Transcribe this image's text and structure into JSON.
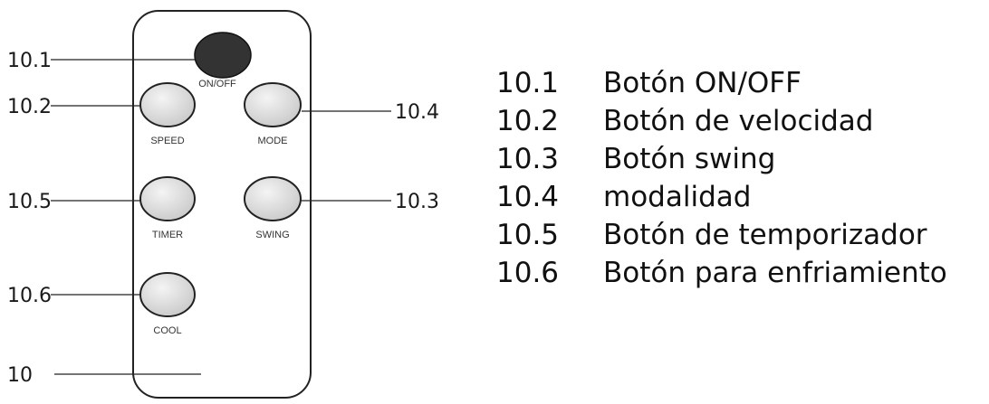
{
  "callouts": {
    "c101": "10.1",
    "c102": "10.2",
    "c104": "10.4",
    "c105": "10.5",
    "c103": "10.3",
    "c106": "10.6",
    "c10": "10"
  },
  "buttons": {
    "onoff": "ON/OFF",
    "speed": "SPEED",
    "mode": "MODE",
    "timer": "TIMER",
    "swing": "SWING",
    "cool": "COOL"
  },
  "legend": [
    {
      "num": "10.1",
      "text": "Botón ON/OFF"
    },
    {
      "num": "10.2",
      "text": "Botón de velocidad"
    },
    {
      "num": "10.3",
      "text": "Botón swing"
    },
    {
      "num": "10.4",
      "text": "modalidad"
    },
    {
      "num": "10.5",
      "text": "Botón de temporizador"
    },
    {
      "num": "10.6",
      "text": "Botón para enfriamiento"
    }
  ],
  "colors": {
    "power_button": "#333333",
    "button_fill": "#e3e3e3",
    "outline": "#222222"
  }
}
